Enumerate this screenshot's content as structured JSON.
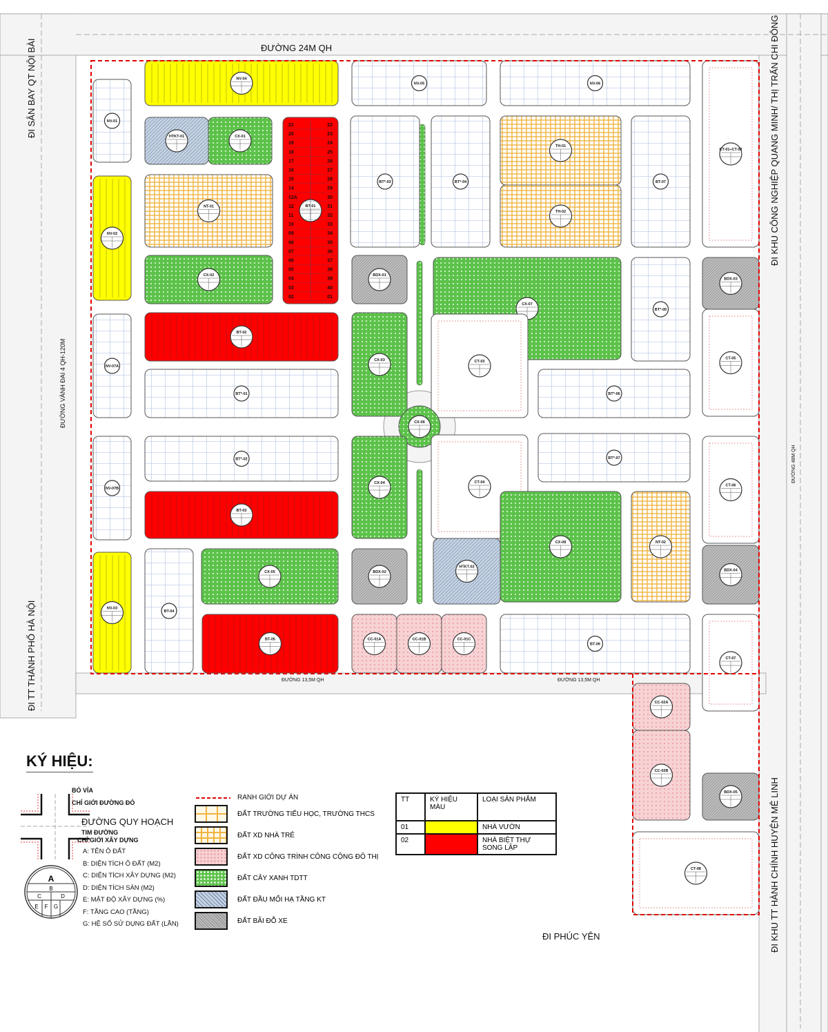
{
  "roads": {
    "top": "ĐƯỜNG 24M QH",
    "left_top": "ĐI SÂN BAY QT NỘI BÀI",
    "left_ring": "ĐƯỜNG VÀNH ĐAI 4 QH-120M",
    "left_bottom": "ĐI TT THÀNH PHỐ HÀ NỘI",
    "right_top": "ĐI KHU CÔNG NGHIỆP QUANG MINH/ THỊ TRẤN CHI ĐÔNG",
    "right_road": "ĐƯỜNG 48M QH",
    "south_left": "ĐƯỜNG 13,5M QH",
    "south_right": "ĐƯỜNG 13,5M QH",
    "phuc_yen": "ĐI PHÚC YÊN",
    "right_bottom": "ĐI KHU TT HÀNH CHÍNH HUYỆN MÊ LINH"
  },
  "colors": {
    "garden_house": "#ffff00",
    "villa": "#ff0000",
    "green": "#5cc24a",
    "school": "#f6c96a",
    "public": "#f5c9cc",
    "infra": "#b7c6d9",
    "parking": "#b5b5b5",
    "boundary": "#e00000"
  },
  "blocks": [
    {
      "id": "NV-04",
      "type": "garden_house"
    },
    {
      "id": "NV-05",
      "type": "lots"
    },
    {
      "id": "NV-06",
      "type": "lots"
    },
    {
      "id": "NV-01",
      "type": "lots"
    },
    {
      "id": "HTKT-01",
      "type": "infra"
    },
    {
      "id": "CX-01",
      "type": "green"
    },
    {
      "id": "BT-01",
      "type": "villa"
    },
    {
      "id": "NT-01",
      "type": "school"
    },
    {
      "id": "CX-02",
      "type": "green"
    },
    {
      "id": "NV-02",
      "type": "garden_house"
    },
    {
      "id": "BT*-03",
      "type": "lots"
    },
    {
      "id": "BT*-04",
      "type": "lots"
    },
    {
      "id": "TH-01",
      "type": "school"
    },
    {
      "id": "TH-02",
      "type": "school"
    },
    {
      "id": "BT-07",
      "type": "lots"
    },
    {
      "id": "CT-01÷CT-02",
      "type": "plain"
    },
    {
      "id": "BDX-01",
      "type": "parking"
    },
    {
      "id": "CX-07",
      "type": "green"
    },
    {
      "id": "BT*-05",
      "type": "lots"
    },
    {
      "id": "BDX-03",
      "type": "parking"
    },
    {
      "id": "CT-05",
      "type": "plain"
    },
    {
      "id": "BT-02",
      "type": "villa"
    },
    {
      "id": "CX-03",
      "type": "green"
    },
    {
      "id": "CT-03",
      "type": "plain"
    },
    {
      "id": "NV-07A",
      "type": "lots"
    },
    {
      "id": "BT*-01",
      "type": "lots"
    },
    {
      "id": "BT*-06",
      "type": "lots"
    },
    {
      "id": "CX-06",
      "type": "green"
    },
    {
      "id": "NV-07B",
      "type": "lots"
    },
    {
      "id": "BT*-02",
      "type": "lots"
    },
    {
      "id": "BT*-07",
      "type": "lots"
    },
    {
      "id": "CT-04",
      "type": "plain"
    },
    {
      "id": "CX-04",
      "type": "green"
    },
    {
      "id": "CT-06",
      "type": "plain"
    },
    {
      "id": "BT-03",
      "type": "villa"
    },
    {
      "id": "NT-02",
      "type": "school"
    },
    {
      "id": "CX-08",
      "type": "green"
    },
    {
      "id": "HTKT-02",
      "type": "infra"
    },
    {
      "id": "NV-03",
      "type": "garden_house"
    },
    {
      "id": "BT-04",
      "type": "lots"
    },
    {
      "id": "CX-05",
      "type": "green"
    },
    {
      "id": "BDX-02",
      "type": "parking"
    },
    {
      "id": "BDX-04",
      "type": "parking"
    },
    {
      "id": "BT-05",
      "type": "villa"
    },
    {
      "id": "CC-01A",
      "type": "public"
    },
    {
      "id": "CC-01B",
      "type": "public"
    },
    {
      "id": "CC-01C",
      "type": "public"
    },
    {
      "id": "BT-06",
      "type": "lots"
    },
    {
      "id": "CT-07",
      "type": "plain"
    },
    {
      "id": "CC-02A",
      "type": "public"
    },
    {
      "id": "CC-02B",
      "type": "public"
    },
    {
      "id": "BDX-05",
      "type": "parking"
    },
    {
      "id": "CT-08",
      "type": "plain"
    }
  ],
  "bt01_lots": {
    "left": [
      "21",
      "20",
      "19",
      "18",
      "17",
      "16",
      "15",
      "14",
      "12A",
      "12",
      "11",
      "10",
      "09",
      "08",
      "07",
      "06",
      "05",
      "04",
      "03",
      "02"
    ],
    "right": [
      "22",
      "23",
      "24",
      "25",
      "26",
      "27",
      "28",
      "29",
      "30",
      "31",
      "32",
      "33",
      "34",
      "35",
      "36",
      "37",
      "38",
      "39",
      "40",
      "01"
    ]
  },
  "legend": {
    "title": "KÝ HIỆU:",
    "road": {
      "curb": "BÓ VỈA",
      "red_line": "CHỈ GIỚI ĐƯỜNG ĐỎ",
      "planned_road": "ĐƯỜNG QUY HOẠCH",
      "centerline": "TIM ĐƯỜNG",
      "build_line": "CHỈ GIỚI XÂY DỰNG"
    },
    "circle": {
      "A": "A",
      "B": "B",
      "C": "C",
      "D": "D",
      "E": "E",
      "F": "F",
      "G": "G"
    },
    "circle_keys": [
      "A: TÊN Ô ĐẤT",
      "B: DIỆN TÍCH Ô ĐẤT (M2)",
      "C: DIỆN TÍCH XÂY DỰNG (M2)",
      "D: DIỆN TÍCH SÀN (M2)",
      "E: MẬT ĐỘ XÂY DỰNG (%)",
      "F: TẦNG CAO (TẦNG)",
      "G: HỆ SỐ SỬ DỤNG ĐẤT (LẦN)"
    ],
    "boundary": "RANH GIỚI DỰ ÁN",
    "land_uses": [
      "ĐẤT TRƯỜNG TIỂU HỌC, TRƯỜNG THCS",
      "ĐẤT XD NHÀ TRẺ",
      "ĐẤT XD CÔNG TRÌNH CÔNG CỘNG ĐÔ THỊ",
      "ĐẤT CÂY XANH TDTT",
      "ĐẤT ĐẦU MỐI HẠ TẦNG KT",
      "ĐẤT BÃI ĐỖ XE"
    ],
    "table": {
      "headers": [
        "TT",
        "KÝ HIỆU MÀU",
        "LOẠI SẢN PHẨM"
      ],
      "rows": [
        {
          "tt": "01",
          "product": "NHÀ VƯỜN"
        },
        {
          "tt": "02",
          "product": "NHÀ BIỆT THỰ SONG LẬP"
        }
      ]
    }
  }
}
